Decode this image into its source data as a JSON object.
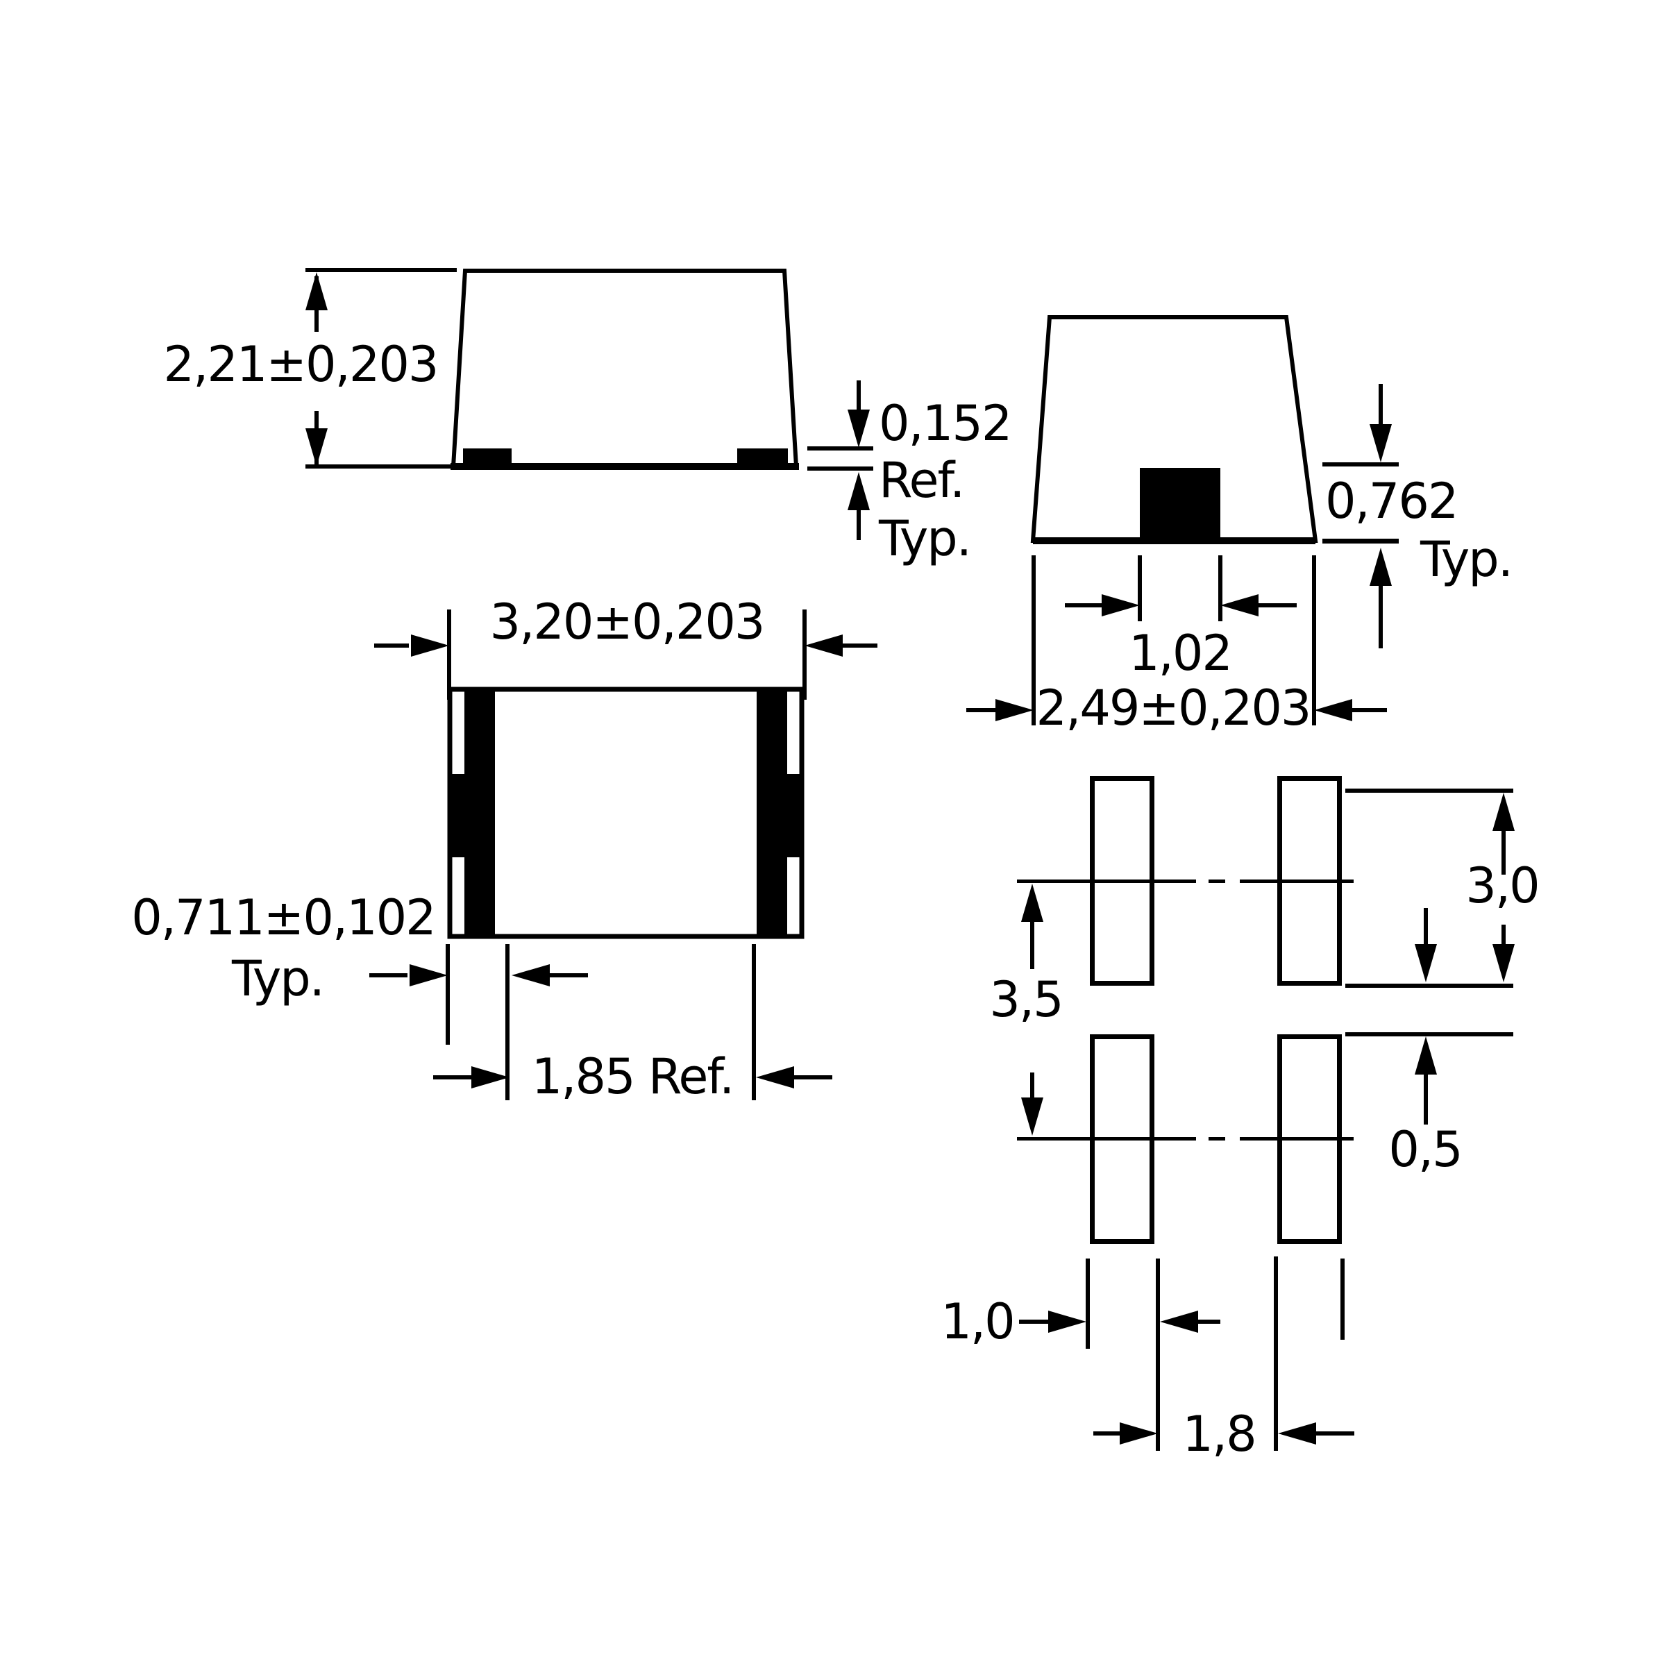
{
  "colors": {
    "ink": "#000000",
    "paper": "#ffffff"
  },
  "side_view": {
    "height_label": "2,21±0,203",
    "standoff_value": "0,152",
    "standoff_ref": "Ref.",
    "standoff_typ": "Typ."
  },
  "end_view": {
    "lead_height_value": "0,762",
    "lead_height_typ": "Typ.",
    "lead_width_label": "1,02",
    "body_width_label": "2,49±0,203"
  },
  "top_view": {
    "body_length_label": "3,20±0,203",
    "terminal_width_value": "0,711±0,102",
    "terminal_width_typ": "Typ.",
    "terminal_gap_label": "1,85 Ref."
  },
  "land_pattern": {
    "row_pitch_label": "3,5",
    "pad_length_label": "3,0",
    "row_gap_label": "0,5",
    "pad_width_label": "1,0",
    "column_gap_label": "1,8"
  }
}
